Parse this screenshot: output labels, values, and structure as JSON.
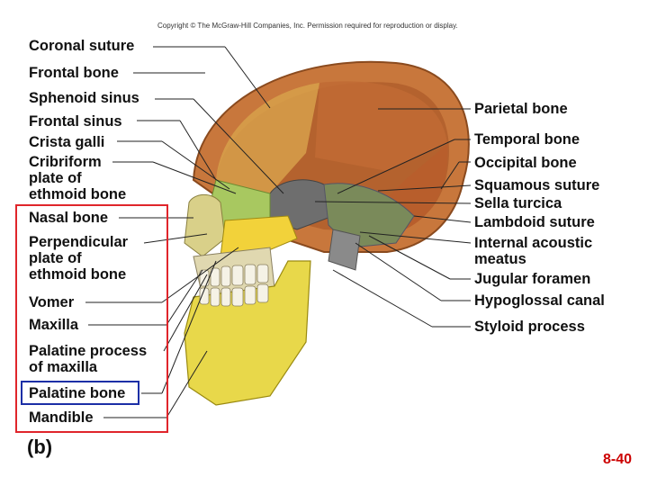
{
  "copyright": "Copyright © The McGraw-Hill Companies, Inc. Permission required for reproduction or display.",
  "left_labels": {
    "coronal_suture": "Coronal suture",
    "frontal_bone": "Frontal bone",
    "sphenoid_sinus": "Sphenoid sinus",
    "frontal_sinus": "Frontal sinus",
    "crista_galli": "Crista galli",
    "cribriform": "Cribriform\nplate of\nethmoid bone",
    "nasal_bone": "Nasal bone",
    "perpendicular": "Perpendicular\nplate of\nethmoid bone",
    "vomer": "Vomer",
    "maxilla": "Maxilla",
    "palatine_process": "Palatine process\nof maxilla",
    "palatine_bone": "Palatine bone",
    "mandible": "Mandible"
  },
  "right_labels": {
    "parietal_bone": "Parietal bone",
    "temporal_bone": "Temporal bone",
    "occipital_bone": "Occipital bone",
    "squamous_suture": "Squamous suture",
    "sella_turcica": "Sella turcica",
    "lambdoid_suture": "Lambdoid suture",
    "internal_acoustic": "Internal acoustic\nmeatus",
    "jugular_foramen": "Jugular foramen",
    "hypoglossal_canal": "Hypoglossal canal",
    "styloid_process": "Styloid process"
  },
  "panel_label": "(b)",
  "page_number": "8-40",
  "colors": {
    "highlight_red": "#e0252b",
    "highlight_blue": "#1c2fa6",
    "page_number": "#cc0000",
    "parietal": "#c0703a",
    "frontal": "#d8a04a",
    "mandible_yellow": "#e8d84a",
    "ethmoid_green": "#a8c860",
    "sphenoid_gray": "#6e6e6e"
  }
}
